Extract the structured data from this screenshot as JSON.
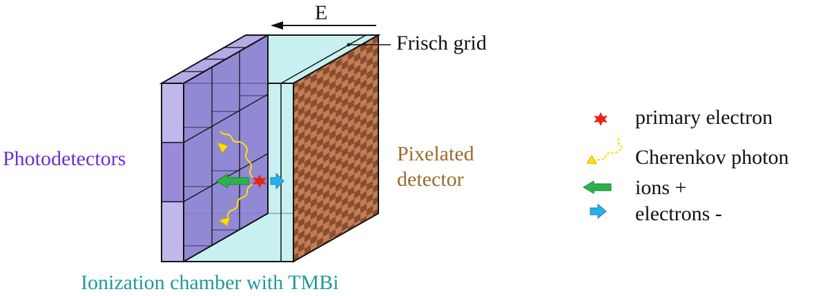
{
  "labels": {
    "photodetectors": "Photodetectors",
    "pixelated_line1": "Pixelated",
    "pixelated_line2": "detector",
    "ionization_chamber": "Ionization chamber with TMBi",
    "frisch_grid": "Frisch grid",
    "field": "E"
  },
  "legend": [
    {
      "icon": "red-star-icon",
      "label": "primary electron"
    },
    {
      "icon": "yellow-wavy-arrow-icon",
      "label": "Cherenkov photon"
    },
    {
      "icon": "green-arrow-icon",
      "label": "ions +"
    },
    {
      "icon": "blue-arrow-icon",
      "label": "electrons -"
    }
  ],
  "colors": {
    "photodetector_text": "#6a2fd1",
    "pixelated_text": "#9b6a2c",
    "ionization_text": "#1f9a9a",
    "photodetector_fill": "#b5a9e6",
    "chamber_fill": "#c8f0f0",
    "pixel_dark": "#8a4e2e",
    "pixel_light": "#c17d55",
    "star": "#e8231a",
    "photon": "#ffe100",
    "ion_arrow": "#2bb34a",
    "electron_arrow": "#2ab0e8"
  }
}
